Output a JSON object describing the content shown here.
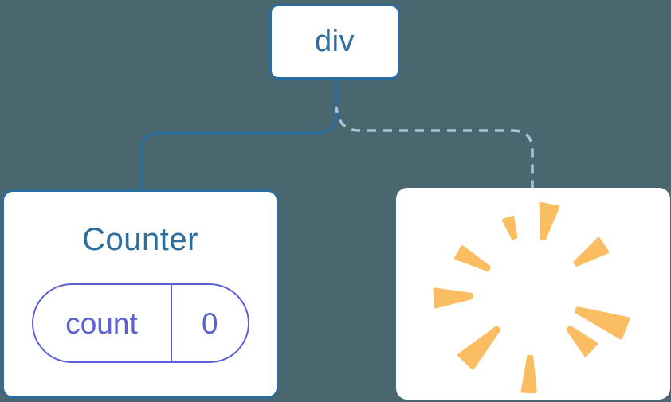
{
  "colors": {
    "background": "#4A666F",
    "node_fill": "#FFFFFF",
    "node_border": "#2B6C9C",
    "node_text": "#2D6E9E",
    "state_accent": "#5B61D3",
    "solid_edge": "#2B6C9C",
    "dashed_edge": "#A3C4DB",
    "poof": "#FABD62"
  },
  "nodes": {
    "root": {
      "label": "div"
    },
    "counter": {
      "title": "Counter",
      "state_pill": {
        "key": "count",
        "value": "0"
      }
    },
    "removed": {
      "icon": "poof-explosion"
    }
  }
}
